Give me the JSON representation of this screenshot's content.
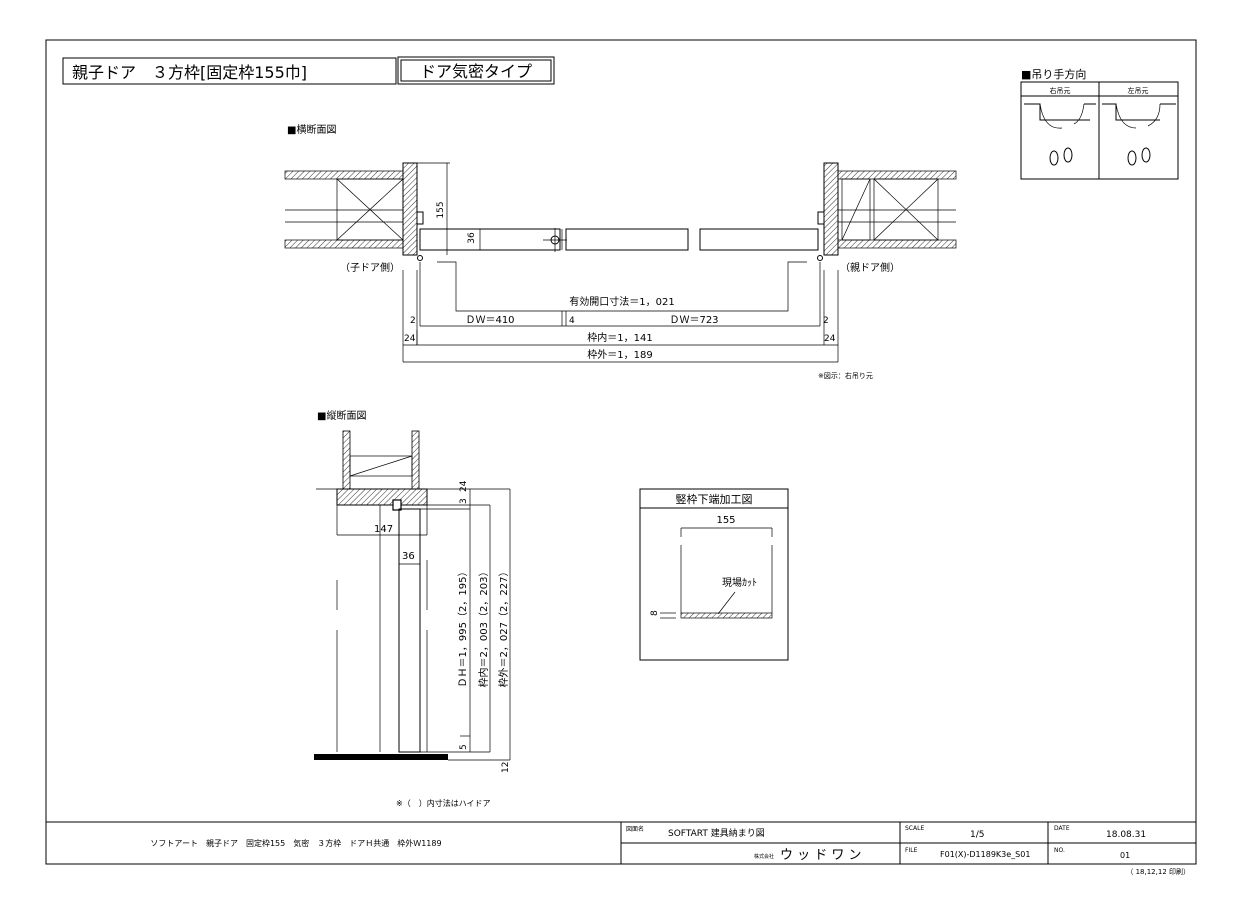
{
  "title": {
    "main": "親子ドア　３方枠[固定枠155巾]",
    "type": "ドア気密タイプ"
  },
  "hinge": {
    "heading": "■吊り手方向",
    "right_label": "右吊元",
    "left_label": "左吊元"
  },
  "plan": {
    "heading": "■横断面図",
    "child_side": "（子ドア側）",
    "parent_side": "（親ドア側）",
    "dim_155": "155",
    "dim_36": "36",
    "effective": "有効開口寸法＝1，021",
    "dw_left": "ＤＷ＝410",
    "dw_right": "ＤＷ＝723",
    "gap_4": "4",
    "gap_2_left": "2",
    "gap_2_right": "2",
    "frame_inner": "枠内＝1，141",
    "frame_outer": "枠外＝1，189",
    "dim_24_left": "24",
    "dim_24_right": "24",
    "note": "※図示：右吊り元"
  },
  "section": {
    "heading": "■縦断面図",
    "dim_147": "147",
    "dim_36": "36",
    "dim_3": "3",
    "dim_24": "24",
    "dh": "ＤＨ＝1，995（2，195）",
    "frame_inner": "枠内＝2，003（2，203）",
    "frame_outer": "枠外＝2，027（2，227）",
    "dim_5": "5",
    "dim_12": "12",
    "note": "※（　）内寸法はハイドア"
  },
  "detail": {
    "heading": "竪枠下端加工図",
    "dim_155": "155",
    "cut_label": "現場ｶｯﾄ",
    "dim_8": "8"
  },
  "titleblock": {
    "description": "ソフトアート　親子ドア　固定枠155　気密　３方枠　ドアＨ共通　枠外Ｗ1189",
    "name_label": "図面名",
    "name_value": "SOFTART 建具納まり図",
    "company_prefix": "株式会社",
    "company": "ウ ッ ド ワ ン",
    "scale_label": "SCALE",
    "scale_value": "1/5",
    "file_label": "FILE",
    "file_value": "F01(X)-D1189K3e_S01",
    "date_label": "DATE",
    "date_value": "18.08.31",
    "no_label": "NO.",
    "no_value": "01",
    "print_note": "（ 18,12,12 印刷）"
  }
}
